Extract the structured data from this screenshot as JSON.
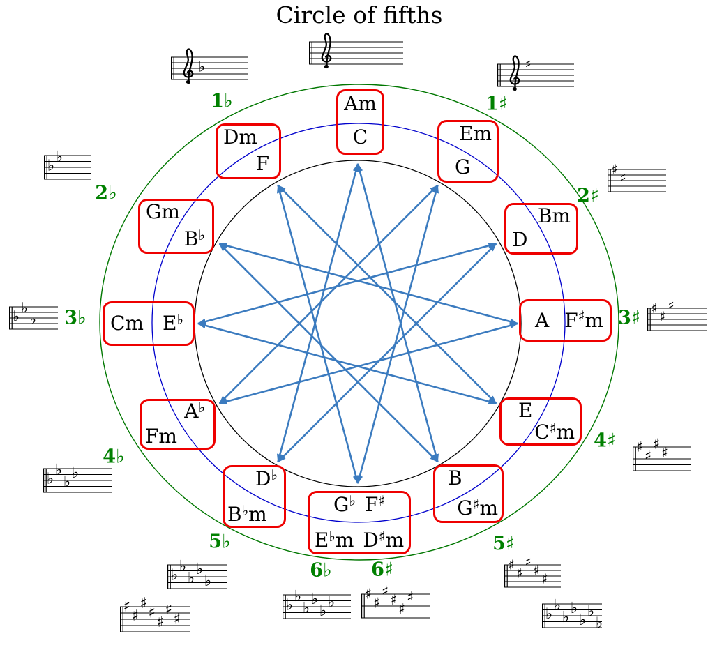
{
  "title": "Circle of fifths",
  "colors": {
    "background": "#ffffff",
    "outer_ring": "#007700",
    "middle_ring": "#0000cc",
    "inner_ring": "#000000",
    "star": "#3b7bbf",
    "box_border": "#ee0000",
    "label_green": "#008000",
    "text": "#000000"
  },
  "keys": [
    {
      "clock": "12",
      "major": "C",
      "minor": "Am"
    },
    {
      "clock": "1",
      "major": "G",
      "minor": "Em"
    },
    {
      "clock": "2",
      "major": "D",
      "minor": "Bm"
    },
    {
      "clock": "3",
      "major": "A",
      "minor": "F♯m"
    },
    {
      "clock": "4",
      "major": "E",
      "minor": "C♯m"
    },
    {
      "clock": "5",
      "major": "B",
      "minor": "G♯m"
    },
    {
      "clock": "6",
      "major": "G♭",
      "major_enharmonic": "F♯",
      "minor": "E♭m",
      "minor_enharmonic": "D♯m"
    },
    {
      "clock": "7",
      "major": "D♭",
      "minor": "B♭m"
    },
    {
      "clock": "8",
      "major": "A♭",
      "minor": "Fm"
    },
    {
      "clock": "9",
      "major": "E♭",
      "minor": "Cm"
    },
    {
      "clock": "10",
      "major": "B♭",
      "minor": "Gm"
    },
    {
      "clock": "11",
      "major": "F",
      "minor": "Dm"
    }
  ],
  "accidental_labels": [
    {
      "text": "1♭"
    },
    {
      "text": "2♭"
    },
    {
      "text": "3♭"
    },
    {
      "text": "4♭"
    },
    {
      "text": "5♭"
    },
    {
      "text": "6♭"
    },
    {
      "text": "6♯"
    },
    {
      "text": "5♯"
    },
    {
      "text": "4♯"
    },
    {
      "text": "3♯"
    },
    {
      "text": "2♯"
    },
    {
      "text": "1♯"
    }
  ],
  "staves": [
    {
      "id": "c0",
      "clef": true,
      "type": "none",
      "count": 0
    },
    {
      "id": "f1",
      "clef": true,
      "type": "flat",
      "count": 1
    },
    {
      "id": "s1",
      "clef": true,
      "type": "sharp",
      "count": 1
    },
    {
      "id": "f2",
      "clef": false,
      "type": "flat",
      "count": 2
    },
    {
      "id": "f3",
      "clef": false,
      "type": "flat",
      "count": 3
    },
    {
      "id": "f4",
      "clef": false,
      "type": "flat",
      "count": 4
    },
    {
      "id": "f5",
      "clef": false,
      "type": "flat",
      "count": 5
    },
    {
      "id": "f6",
      "clef": false,
      "type": "flat",
      "count": 6
    },
    {
      "id": "f7",
      "clef": false,
      "type": "flat",
      "count": 7
    },
    {
      "id": "s2",
      "clef": false,
      "type": "sharp",
      "count": 2
    },
    {
      "id": "s3",
      "clef": false,
      "type": "sharp",
      "count": 3
    },
    {
      "id": "s4",
      "clef": false,
      "type": "sharp",
      "count": 4
    },
    {
      "id": "s5",
      "clef": false,
      "type": "sharp",
      "count": 5
    },
    {
      "id": "s6",
      "clef": false,
      "type": "sharp",
      "count": 6
    },
    {
      "id": "s7",
      "clef": false,
      "type": "sharp",
      "count": 7
    }
  ],
  "star": {
    "points": 12,
    "step": 5
  }
}
